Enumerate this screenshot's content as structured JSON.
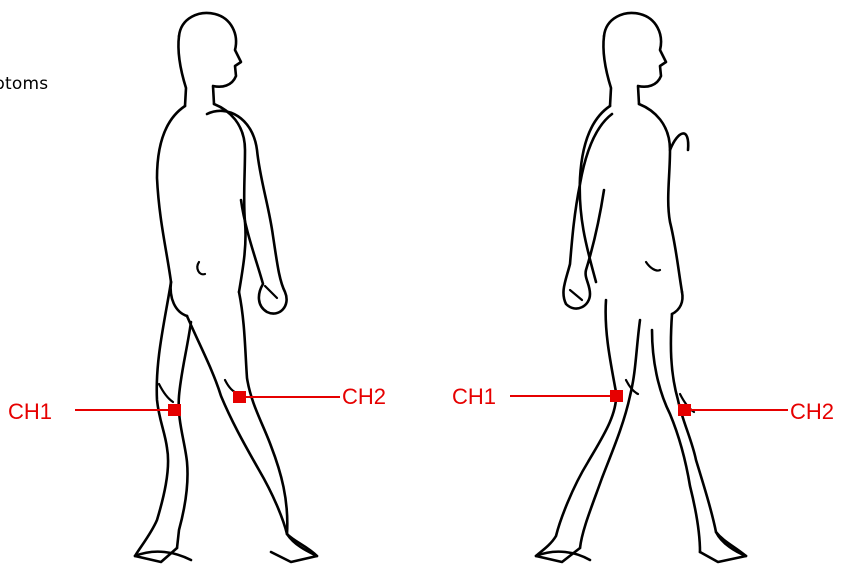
{
  "partial_text": "ptoms",
  "accent_color": "#e60000",
  "figures": [
    {
      "id": "left",
      "labels": {
        "ch1": "CH1",
        "ch2": "CH2"
      }
    },
    {
      "id": "right",
      "labels": {
        "ch1": "CH1",
        "ch2": "CH2"
      }
    }
  ]
}
